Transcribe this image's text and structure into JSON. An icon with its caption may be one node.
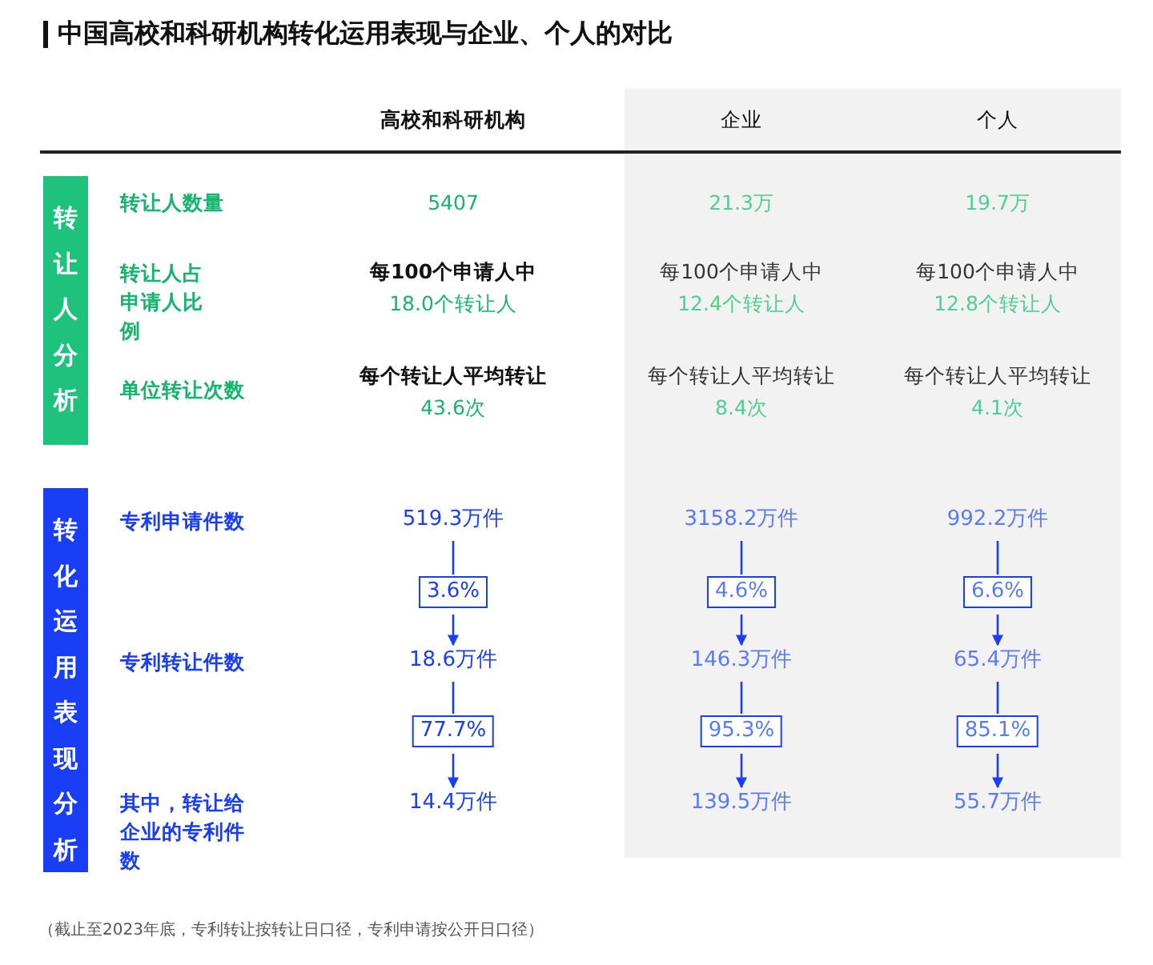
{
  "diagram": {
    "title": "中国高校和科研机构转化运用表现与企业、个人的对比",
    "caption": "（截止至2023年底，专利转让按转让日口径，专利申请按公开日口径）",
    "nodes": [
      {
        "text": [
          "转让人分析"
        ]
      },
      {
        "text": [
          "转化运用表现分析"
        ]
      },
      {
        "text": [
          "519.3万件"
        ]
      },
      {
        "text": [
          "3158.2万件"
        ]
      },
      {
        "text": [
          "992.2万件"
        ]
      },
      {
        "text": [
          "3.6%"
        ]
      },
      {
        "text": [
          "4.6%"
        ]
      },
      {
        "text": [
          "6.6%"
        ]
      },
      {
        "text": [
          "18.6万件"
        ]
      },
      {
        "text": [
          "146.3万件"
        ]
      },
      {
        "text": [
          "65.4万件"
        ]
      },
      {
        "text": [
          "77.7%"
        ]
      },
      {
        "text": [
          "95.3%"
        ]
      },
      {
        "text": [
          "85.1%"
        ]
      },
      {
        "text": [
          "14.4万件"
        ]
      },
      {
        "text": [
          "139.5万件"
        ]
      },
      {
        "text": [
          "55.7万件"
        ]
      }
    ],
    "edges": [
      {
        "from": 2,
        "to": 5,
        "arrow": "none"
      },
      {
        "from": 5,
        "to": 8,
        "arrow": "to"
      },
      {
        "from": 8,
        "to": 11,
        "arrow": "none"
      },
      {
        "from": 11,
        "to": 14,
        "arrow": "to"
      },
      {
        "from": 3,
        "to": 6,
        "arrow": "none"
      },
      {
        "from": 6,
        "to": 9,
        "arrow": "to"
      },
      {
        "from": 9,
        "to": 12,
        "arrow": "none"
      },
      {
        "from": 12,
        "to": 15,
        "arrow": "to"
      },
      {
        "from": 4,
        "to": 7,
        "arrow": "none"
      },
      {
        "from": 7,
        "to": 10,
        "arrow": "to"
      },
      {
        "from": 10,
        "to": 13,
        "arrow": "none"
      },
      {
        "from": 13,
        "to": 16,
        "arrow": "to"
      }
    ],
    "labels": [
      "高校和科研机构",
      "企业",
      "个人",
      "转让人数量",
      "5407",
      "21.3万",
      "19.7万",
      "转让人占申请人比例",
      "每100个申请人中",
      "18.0个转让人",
      "每100个申请人中",
      "12.4个转让人",
      "每100个申请人中",
      "12.8个转让人",
      "单位转让次数",
      "每个转让人平均转让",
      "43.6次",
      "每个转让人平均转让",
      "8.4次",
      "每个转让人平均转让",
      "4.1次",
      "专利申请件数",
      "专利转让件数",
      "其中，转让给企业的专利件数"
    ]
  }
}
